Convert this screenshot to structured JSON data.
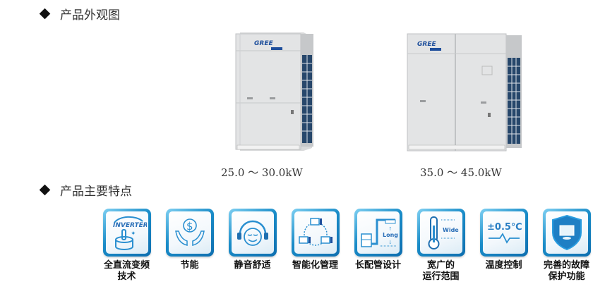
{
  "sections": {
    "appearance": {
      "title": "产品外观图"
    },
    "features": {
      "title": "产品主要特点"
    }
  },
  "products": [
    {
      "brand": "GREE",
      "capacity": "25.0 ～ 30.0kW"
    },
    {
      "brand": "GREE",
      "capacity": "35.0 ～ 45.0kW"
    }
  ],
  "features": [
    {
      "icon": "inverter-compressor-icon",
      "icon_text": "INVERTER",
      "label": "全直流变频\n技术"
    },
    {
      "icon": "energy-saving-icon",
      "icon_text": "$",
      "label": "节能"
    },
    {
      "icon": "quiet-comfort-icon",
      "label": "静音舒适"
    },
    {
      "icon": "network-management-icon",
      "label": "智能化管理"
    },
    {
      "icon": "long-piping-icon",
      "icon_text": "Long",
      "label": "长配管设计"
    },
    {
      "icon": "thermometer-wide-icon",
      "icon_text": "Wide",
      "label": "宽广的\n运行范围"
    },
    {
      "icon": "temperature-control-icon",
      "icon_text": "±0.5℃",
      "label": "温度控制"
    },
    {
      "icon": "protection-shield-icon",
      "label": "完善的故障\n保护功能"
    }
  ],
  "colors": {
    "accent": "#1a8cc8",
    "tile_light": "#7fd0f2",
    "text": "#333333"
  }
}
